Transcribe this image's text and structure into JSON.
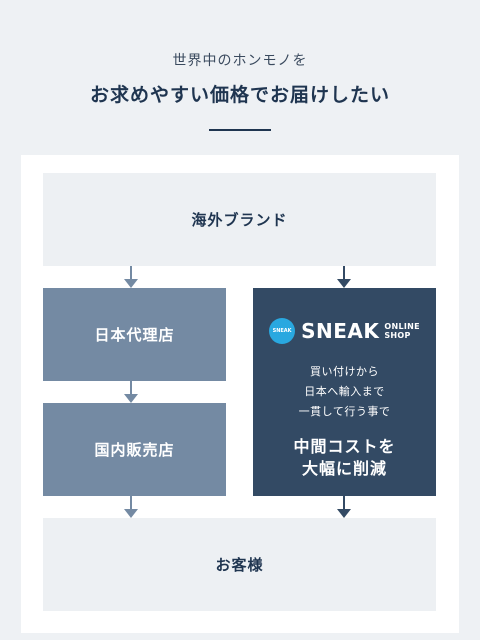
{
  "header": {
    "subtitle": "世界中のホンモノを",
    "title": "お求めやすい価格でお届けしたい"
  },
  "flow": {
    "brand": "海外ブランド",
    "distributor": "日本代理店",
    "retailer": "国内販売店",
    "customer": "お客様"
  },
  "shop": {
    "logo_mark": "SNEAK",
    "logo_name": "SNEAK",
    "logo_sub_1": "ONLINE",
    "logo_sub_2": "SHOP",
    "desc_lines": [
      "買い付けから",
      "日本へ輸入まで",
      "一貫して行う事で"
    ],
    "emph_lines": [
      "中間コストを",
      "大幅に削減"
    ]
  },
  "colors": {
    "background": "#eef1f4",
    "light_box": "#edf0f3",
    "mid_box": "#748aa3",
    "dark_box": "#334a64",
    "logo_mark": "#29a8e0",
    "text_navy": "#1f3550"
  }
}
